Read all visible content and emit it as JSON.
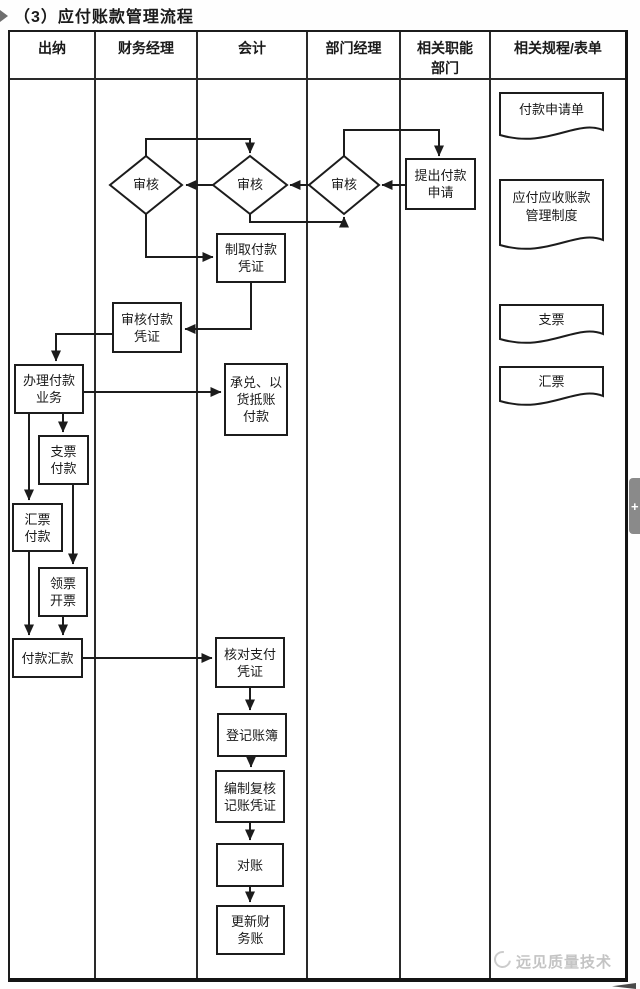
{
  "page": {
    "title": "（3）应付账款管理流程",
    "watermark_text": "远见质量技术",
    "side_tab_label": "+"
  },
  "header": {
    "columns": [
      "出纳",
      "财务经理",
      "会计",
      "部门经理",
      "相关职能\n部门",
      "相关规程/表单"
    ]
  },
  "nodes": {
    "propose": "提出付款\n申请",
    "audit_dept_manager": "审核",
    "audit_accountant": "审核",
    "audit_finance_manager": "审核",
    "make_voucher": "制取付款\n凭证",
    "review_voucher": "审核付款\n凭证",
    "handle_payment": "办理付款\n业务",
    "acceptance_payment": "承兑、以\n货抵账\n付款",
    "cheque_payment": "支票\n付款",
    "draft_payment": "汇票\n付款",
    "ticket_issue": "领票\n开票",
    "pay_remit": "付款汇款",
    "verify_voucher": "核对支付\n凭证",
    "register_books": "登记账簿",
    "compile_voucher": "编制复核\n记账凭证",
    "reconcile": "对账",
    "update_accounts": "更新财\n务账"
  },
  "documents": {
    "payment_request_form": "付款申请单",
    "management_system": "应付应收账款\n管理制度",
    "cheque": "支票",
    "draft": "汇票"
  },
  "colors": {
    "line": "#1c1c1c",
    "watermark": "#c4c4c4",
    "side_tab": "#8a8a8a"
  }
}
